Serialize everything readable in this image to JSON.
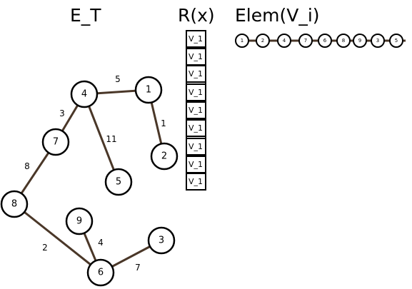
{
  "titles": {
    "et": "E_T",
    "rx": "R(x)",
    "elem": "Elem(V_i)"
  },
  "graph": {
    "nodes": [
      {
        "id": "4",
        "label": "4"
      },
      {
        "id": "1",
        "label": "1"
      },
      {
        "id": "7",
        "label": "7"
      },
      {
        "id": "2",
        "label": "2"
      },
      {
        "id": "5",
        "label": "5"
      },
      {
        "id": "8",
        "label": "8"
      },
      {
        "id": "9",
        "label": "9"
      },
      {
        "id": "3",
        "label": "3"
      },
      {
        "id": "6",
        "label": "6"
      }
    ],
    "edges": [
      {
        "from": "4",
        "to": "1",
        "weight": "5"
      },
      {
        "from": "1",
        "to": "2",
        "weight": "1"
      },
      {
        "from": "4",
        "to": "7",
        "weight": "3"
      },
      {
        "from": "4",
        "to": "5",
        "weight": "11"
      },
      {
        "from": "7",
        "to": "8",
        "weight": "8"
      },
      {
        "from": "8",
        "to": "6",
        "weight": "2"
      },
      {
        "from": "9",
        "to": "6",
        "weight": "4"
      },
      {
        "from": "6",
        "to": "3",
        "weight": "7"
      }
    ]
  },
  "rx_cells": [
    "V_1",
    "V_1",
    "V_1",
    "V_1",
    "V_1",
    "V_1",
    "V_1",
    "V_1",
    "V_1"
  ],
  "elem_chain": [
    "1",
    "2",
    "4",
    "7",
    "6",
    "8",
    "9",
    "3",
    "5"
  ]
}
